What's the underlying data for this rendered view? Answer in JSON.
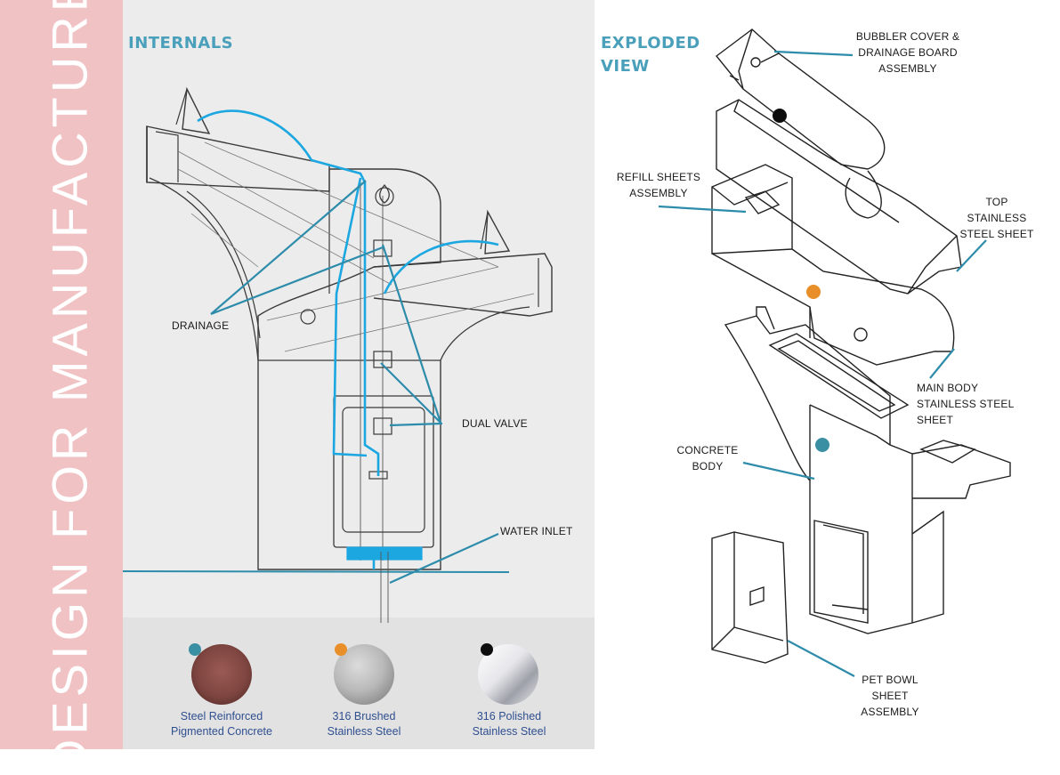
{
  "side_title": "DESIGN FOR MANUFACTURE",
  "internals": {
    "heading": "INTERNALS",
    "labels": {
      "drainage": "DRAINAGE",
      "dual_valve": "DUAL VALVE",
      "water_inlet": "WATER INLET"
    }
  },
  "exploded": {
    "heading_line1": "EXPLODED",
    "heading_line2": "VIEW",
    "labels": {
      "bubbler": [
        "BUBBLER COVER &",
        "DRAINAGE BOARD",
        "ASSEMBLY"
      ],
      "refill": [
        "REFILL SHEETS",
        "ASSEMBLY"
      ],
      "top_sheet": [
        "TOP",
        "STAINLESS",
        "STEEL SHEET"
      ],
      "main_body": [
        "MAIN BODY",
        "STAINLESS STEEL",
        "SHEET"
      ],
      "concrete": [
        "CONCRETE",
        "BODY"
      ],
      "pet_bowl": [
        "PET BOWL",
        "SHEET",
        "ASSEMBLY"
      ]
    }
  },
  "materials": [
    {
      "line1": "Steel Reinforced",
      "line2": "Pigmented Concrete",
      "dot_color": "#3a8fa3",
      "swatch": "concrete"
    },
    {
      "line1": "316 Brushed",
      "line2": "Stainless Steel",
      "dot_color": "#e88f2a",
      "swatch": "brushed"
    },
    {
      "line1": "316 Polished",
      "line2": "Stainless Steel",
      "dot_color": "#0d0d0d",
      "swatch": "polished"
    }
  ],
  "colors": {
    "accent_blue": "#4aa0bb",
    "water_blue": "#1ca7e0",
    "band_pink": "#f1c2c4",
    "leader_teal": "#2e8cab"
  }
}
